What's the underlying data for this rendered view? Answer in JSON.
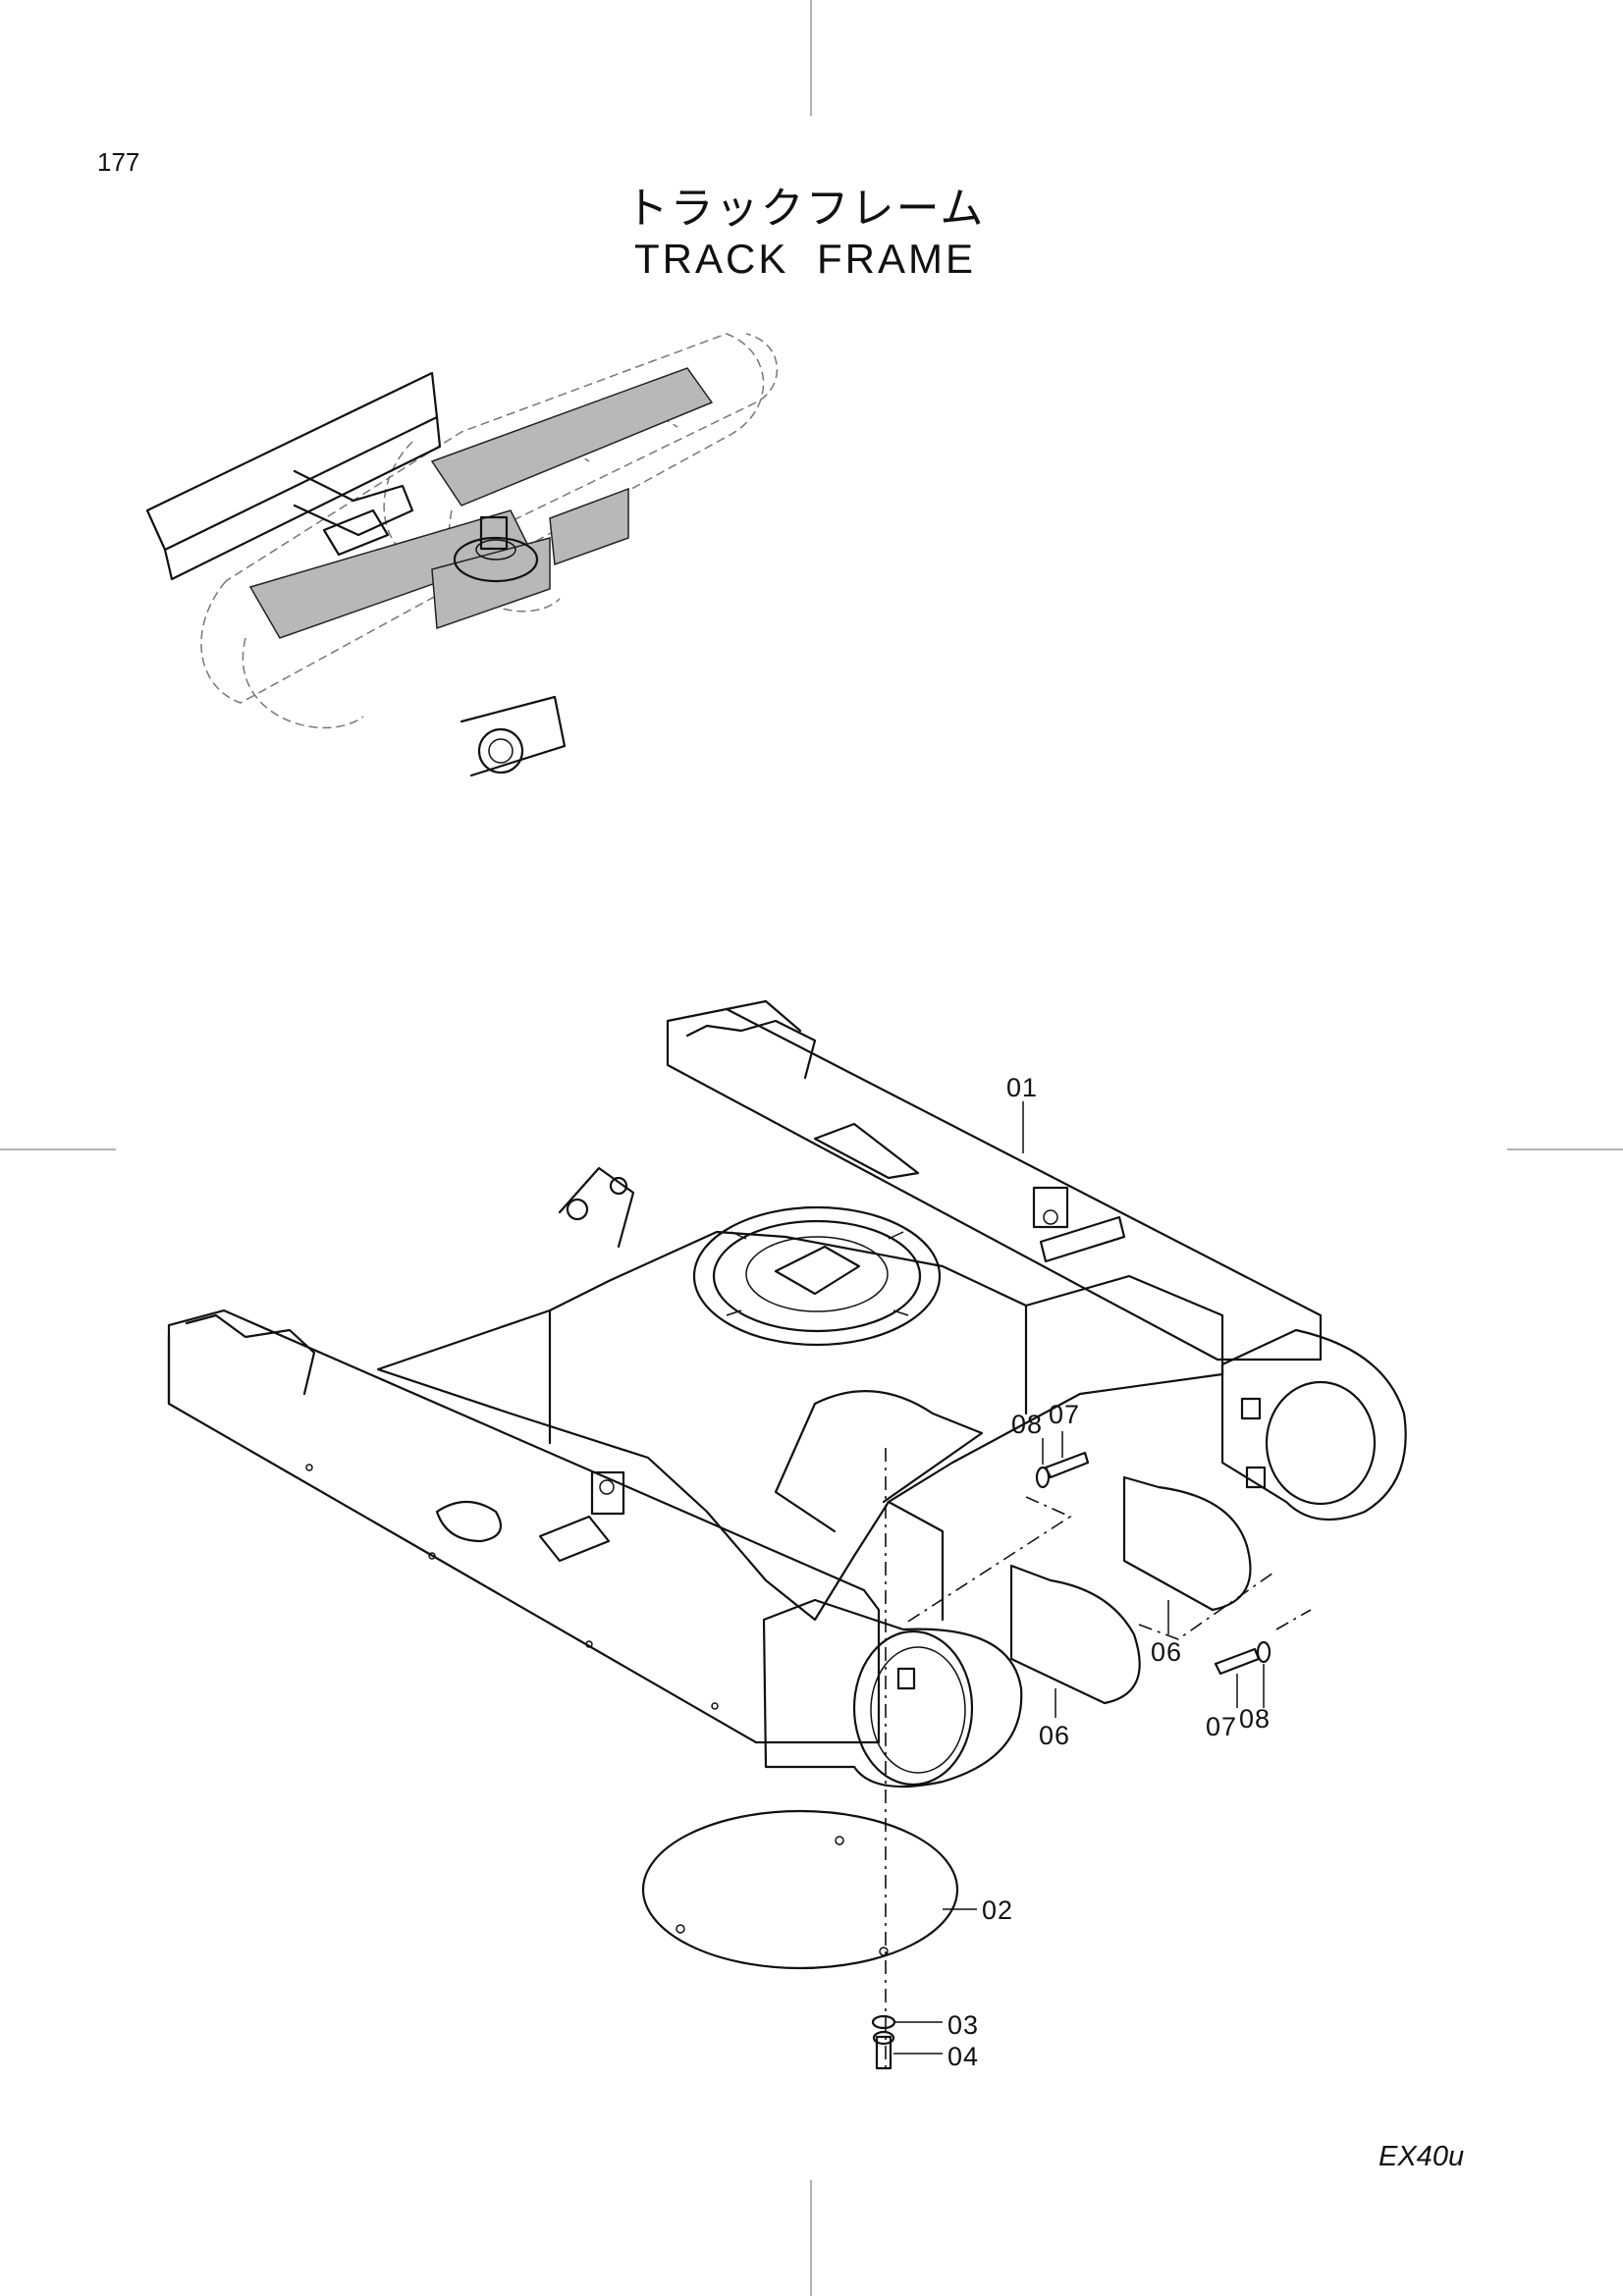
{
  "page": {
    "number": "177",
    "title_jp": "トラックフレーム",
    "title_en": "TRACK  FRAME",
    "model": "EX40u"
  },
  "callouts": [
    {
      "id": "01",
      "label": "01"
    },
    {
      "id": "02",
      "label": "02"
    },
    {
      "id": "03",
      "label": "03"
    },
    {
      "id": "04",
      "label": "04"
    },
    {
      "id": "06a",
      "label": "06"
    },
    {
      "id": "06b",
      "label": "06"
    },
    {
      "id": "07a",
      "label": "07"
    },
    {
      "id": "07b",
      "label": "07"
    },
    {
      "id": "08a",
      "label": "08"
    },
    {
      "id": "08b",
      "label": "08"
    }
  ]
}
